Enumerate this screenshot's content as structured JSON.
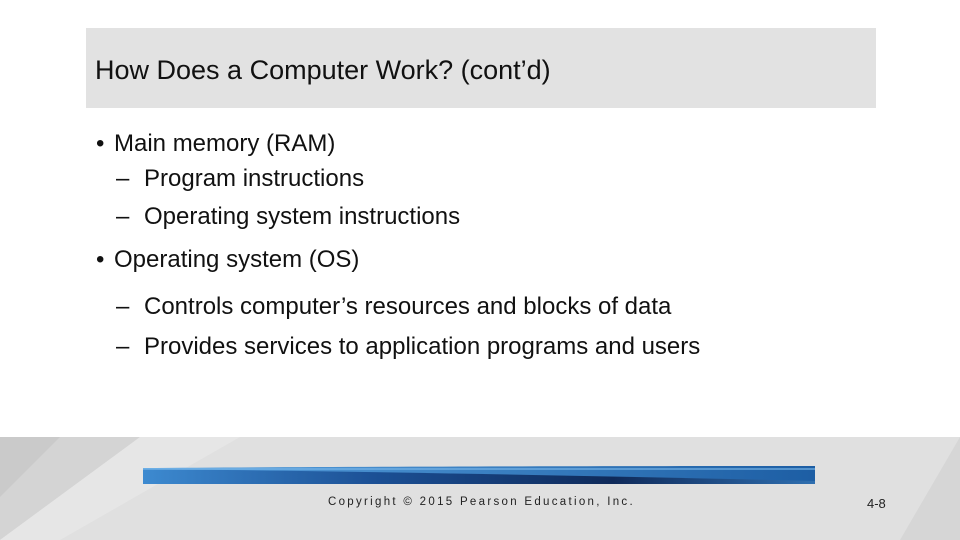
{
  "slide": {
    "title": "How Does a Computer Work?  (cont’d)",
    "bullets": [
      {
        "marker": "•",
        "text": "Main memory  (RAM)",
        "subs": [
          "Program instructions",
          "Operating system instructions"
        ]
      },
      {
        "marker": "•",
        "text": "Operating system (OS)",
        "subs": [
          "Controls computer’s resources and blocks of data",
          "Provides services to application programs and users"
        ]
      }
    ],
    "sub_marker": "–"
  },
  "footer": {
    "copyright": "Copyright © 2015 Pearson Education, Inc.",
    "page_number": "4-8"
  },
  "colors": {
    "title_bar": "#e2e2e2",
    "footer_band": "#e0e0e0",
    "accent_blue": "#2a78c0",
    "accent_dark": "#0f2a5a"
  }
}
